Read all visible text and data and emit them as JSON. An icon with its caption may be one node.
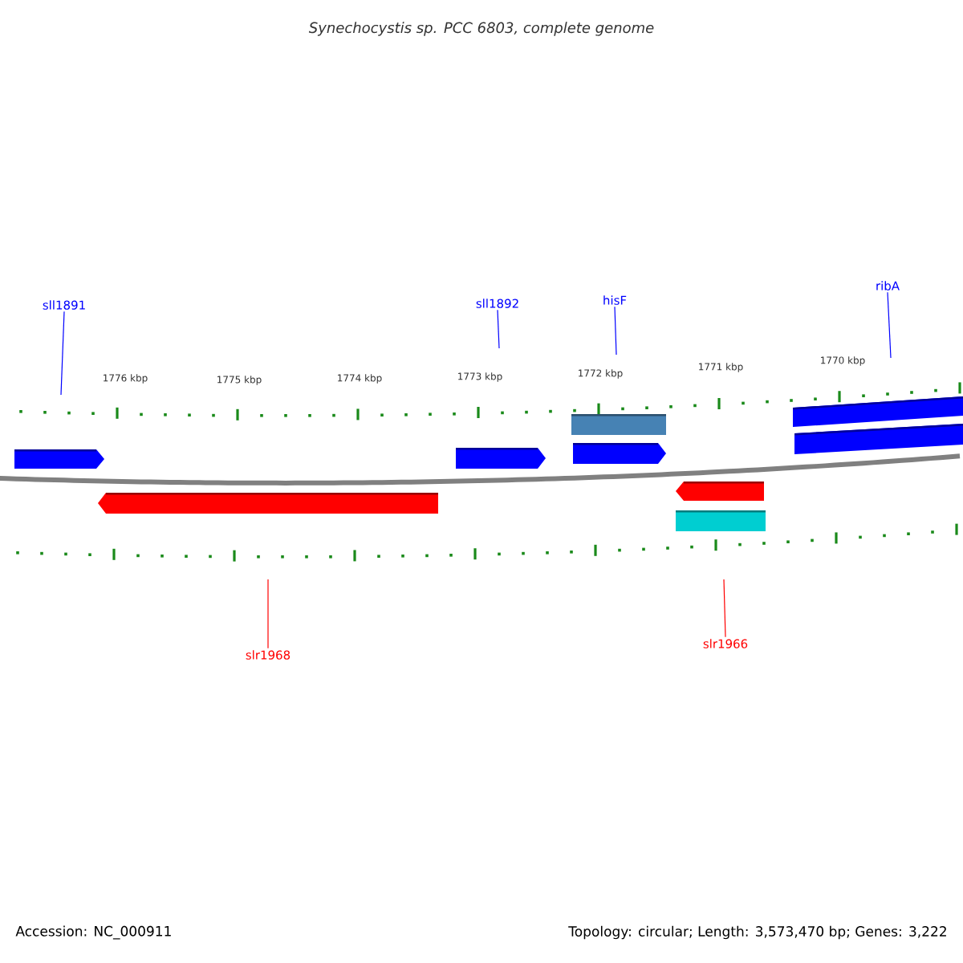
{
  "diagram": {
    "title": "Synechocystis sp. PCC 6803, complete genome",
    "nodes": [
      {
        "text": [
          "sll1891"
        ]
      },
      {
        "text": [
          "sll1892"
        ]
      },
      {
        "text": [
          "hisF"
        ]
      },
      {
        "text": [
          "ribA"
        ]
      },
      {
        "text": [
          "slr1968"
        ]
      },
      {
        "text": [
          "slr1966"
        ]
      }
    ],
    "edges": [
      {
        "from": 0,
        "to": null,
        "arrow": "none"
      },
      {
        "from": 1,
        "to": null,
        "arrow": "none"
      },
      {
        "from": 2,
        "to": null,
        "arrow": "none"
      },
      {
        "from": 3,
        "to": null,
        "arrow": "none"
      },
      {
        "from": 4,
        "to": null,
        "arrow": "none",
        "color": "#ff0000"
      },
      {
        "from": 5,
        "to": null,
        "arrow": "none",
        "color": "#ff0000"
      }
    ],
    "labels": [
      "1776 kbp",
      "1775 kbp",
      "1774 kbp",
      "1773 kbp",
      "1772 kbp",
      "1771 kbp",
      "1770 kbp",
      "Accession: NC_000911",
      "Topology: circular; Length: 3,573,470 bp; Genes: 3,222"
    ]
  }
}
